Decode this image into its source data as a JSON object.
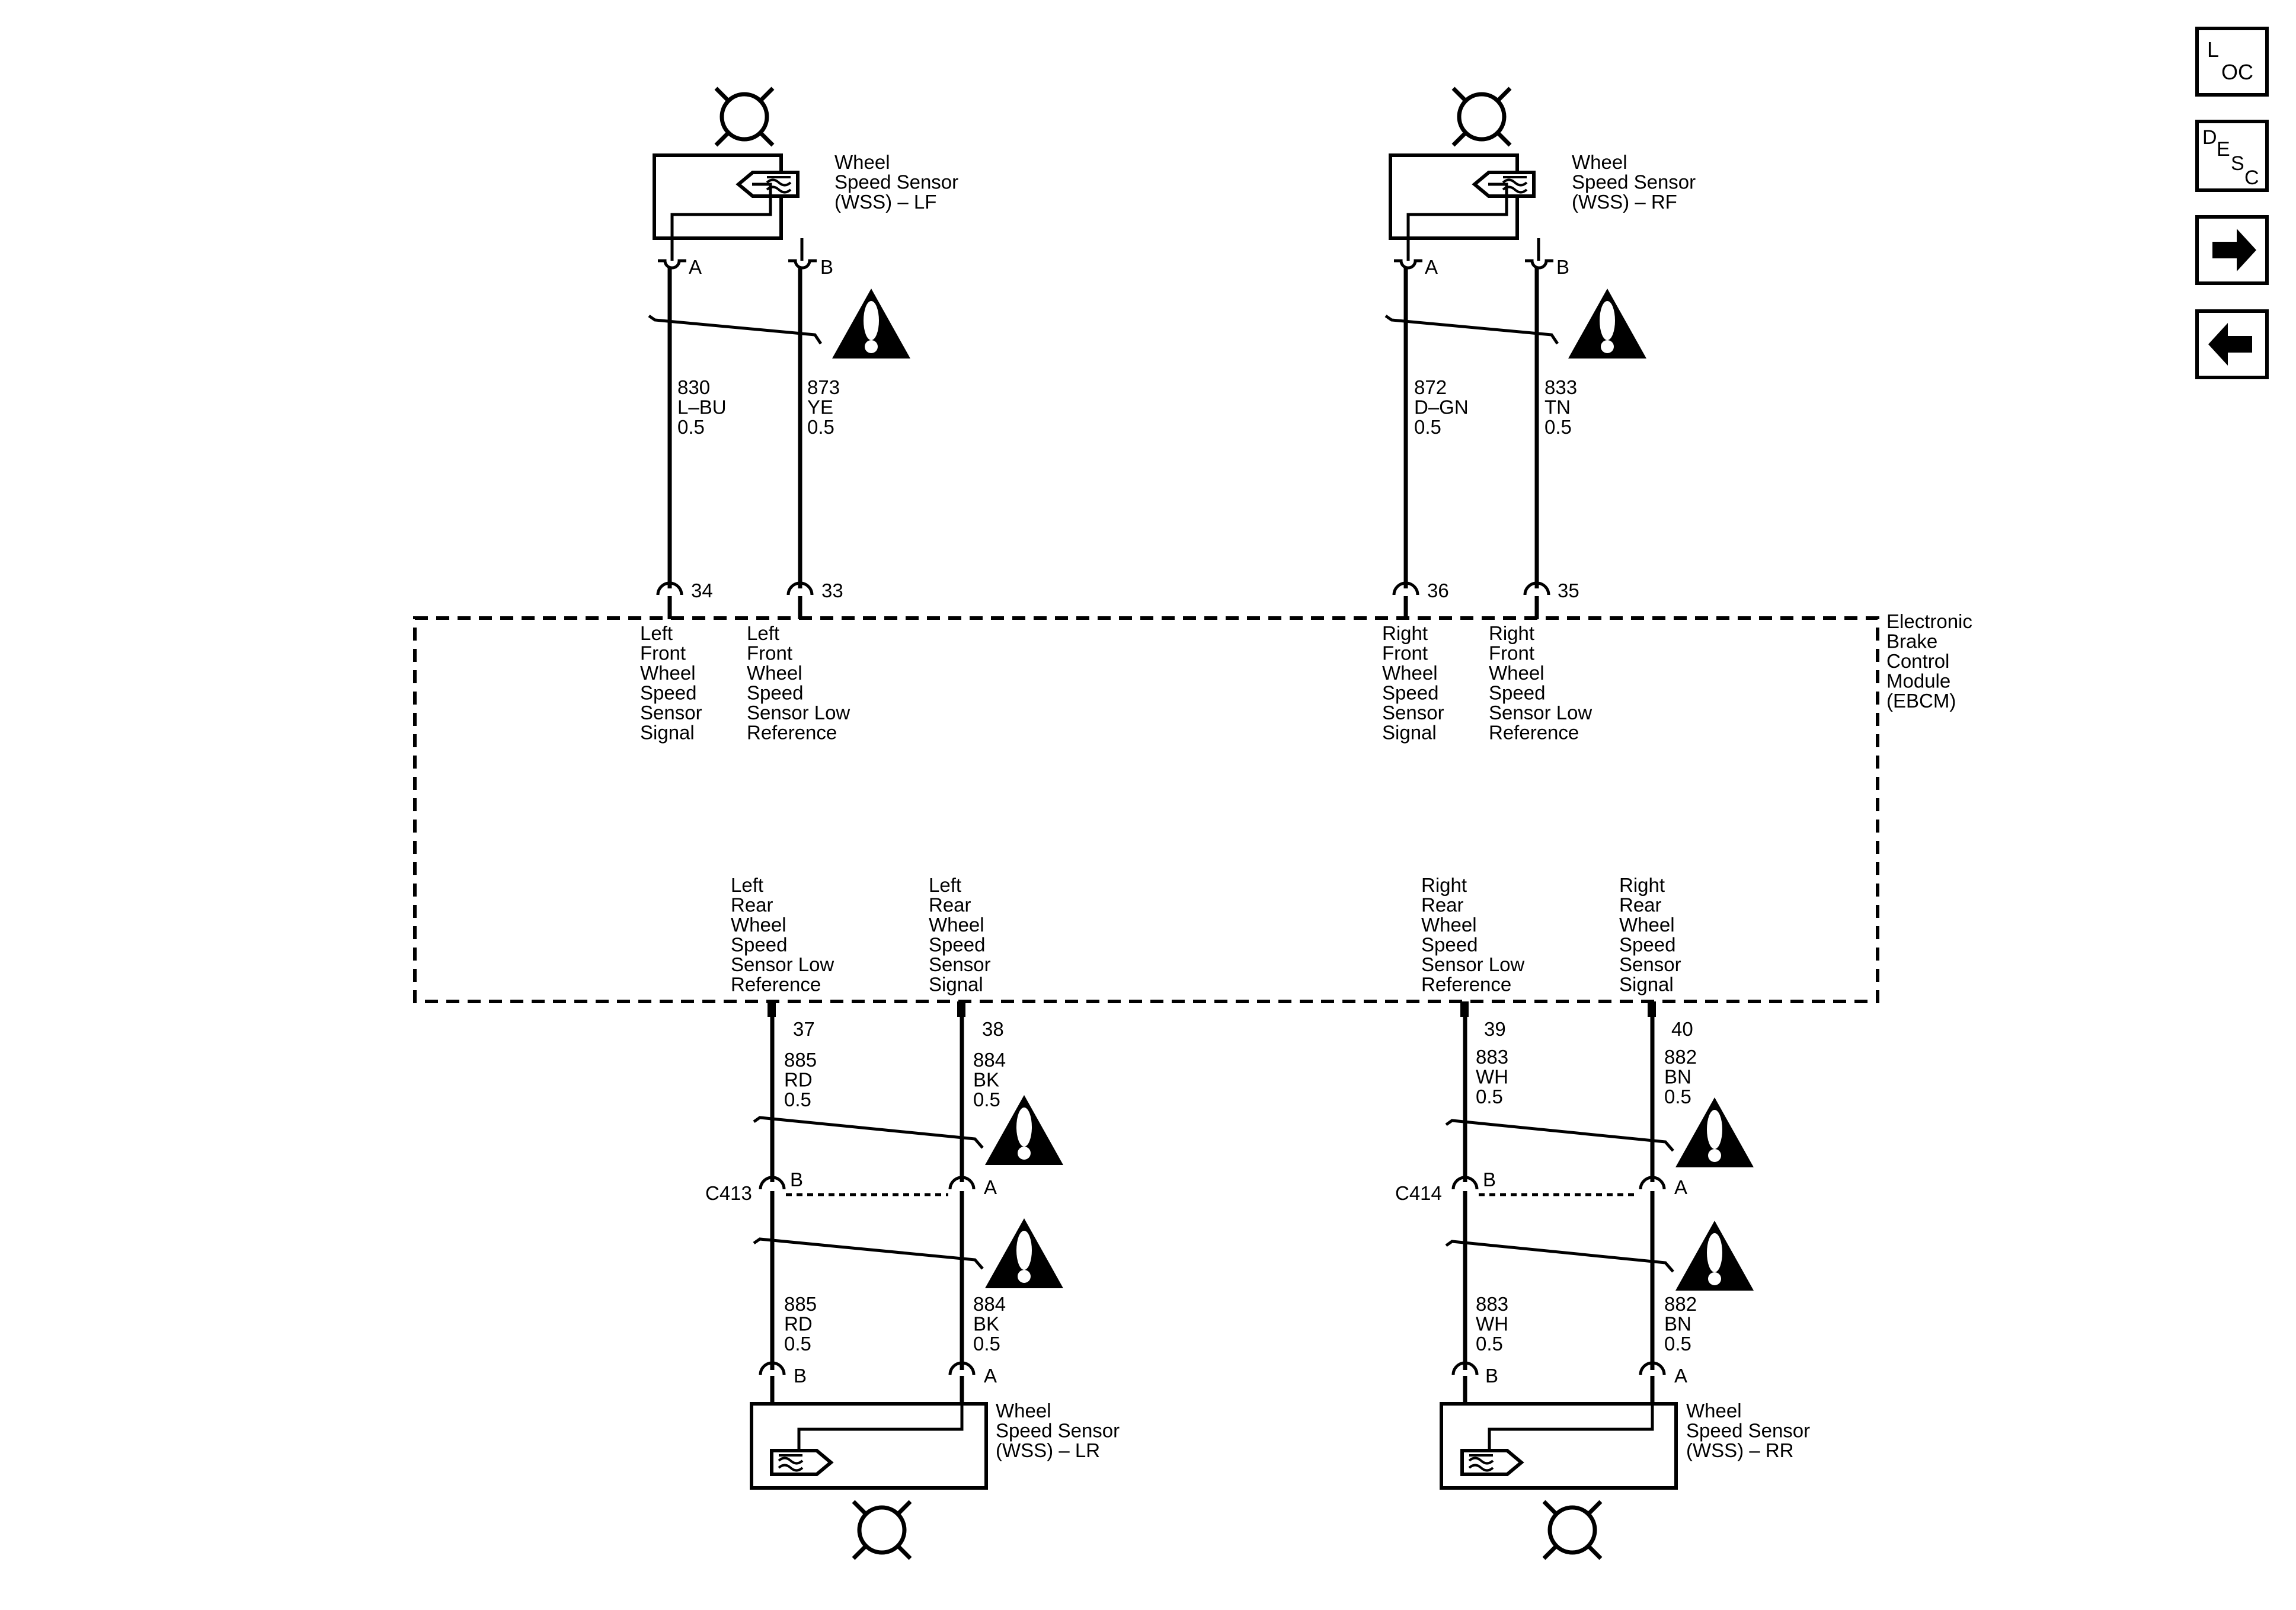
{
  "module": {
    "lines": [
      "Electronic",
      "Brake",
      "Control",
      "Module",
      "(EBCM)"
    ]
  },
  "nav": {
    "loc_l": "L",
    "loc_oc": "OC",
    "desc_d": "D",
    "desc_e": "E",
    "desc_s": "S",
    "desc_c": "C"
  },
  "sensors": {
    "lf": {
      "lines": [
        "Wheel",
        "Speed Sensor",
        "(WSS) – LF"
      ]
    },
    "rf": {
      "lines": [
        "Wheel",
        "Speed Sensor",
        "(WSS) – RF"
      ]
    },
    "lr": {
      "lines": [
        "Wheel",
        "Speed Sensor",
        "(WSS) – LR"
      ]
    },
    "rr": {
      "lines": [
        "Wheel",
        "Speed Sensor",
        "(WSS) – RR"
      ]
    }
  },
  "pins": {
    "lf_a": "A",
    "lf_b": "B",
    "rf_a": "A",
    "rf_b": "B",
    "p34": "34",
    "p33": "33",
    "p36": "36",
    "p35": "35",
    "p37": "37",
    "p38": "38",
    "p39": "39",
    "p40": "40",
    "c413_b": "B",
    "c413_a": "A",
    "c414_b": "B",
    "c414_a": "A",
    "lr_b": "B",
    "lr_a": "A",
    "rr_b": "B",
    "rr_a": "A"
  },
  "connectors": {
    "c413": "C413",
    "c414": "C414"
  },
  "wires": {
    "w830": [
      "830",
      "L–BU",
      "0.5"
    ],
    "w873": [
      "873",
      "YE",
      "0.5"
    ],
    "w872": [
      "872",
      "D–GN",
      "0.5"
    ],
    "w833": [
      "833",
      "TN",
      "0.5"
    ],
    "w885a": [
      "885",
      "RD",
      "0.5"
    ],
    "w884a": [
      "884",
      "BK",
      "0.5"
    ],
    "w883a": [
      "883",
      "WH",
      "0.5"
    ],
    "w882a": [
      "882",
      "BN",
      "0.5"
    ],
    "w885b": [
      "885",
      "RD",
      "0.5"
    ],
    "w884b": [
      "884",
      "BK",
      "0.5"
    ],
    "w883b": [
      "883",
      "WH",
      "0.5"
    ],
    "w882b": [
      "882",
      "BN",
      "0.5"
    ]
  },
  "circuits": {
    "lf_sig": [
      "Left",
      "Front",
      "Wheel",
      "Speed",
      "Sensor",
      "Signal"
    ],
    "lf_low": [
      "Left",
      "Front",
      "Wheel",
      "Speed",
      "Sensor Low",
      "Reference"
    ],
    "rf_sig": [
      "Right",
      "Front",
      "Wheel",
      "Speed",
      "Sensor",
      "Signal"
    ],
    "rf_low": [
      "Right",
      "Front",
      "Wheel",
      "Speed",
      "Sensor Low",
      "Reference"
    ],
    "lr_low": [
      "Left",
      "Rear",
      "Wheel",
      "Speed",
      "Sensor Low",
      "Reference"
    ],
    "lr_sig": [
      "Left",
      "Rear",
      "Wheel",
      "Speed",
      "Sensor",
      "Signal"
    ],
    "rr_low": [
      "Right",
      "Rear",
      "Wheel",
      "Speed",
      "Sensor Low",
      "Reference"
    ],
    "rr_sig": [
      "Right",
      "Rear",
      "Wheel",
      "Speed",
      "Sensor",
      "Signal"
    ]
  }
}
